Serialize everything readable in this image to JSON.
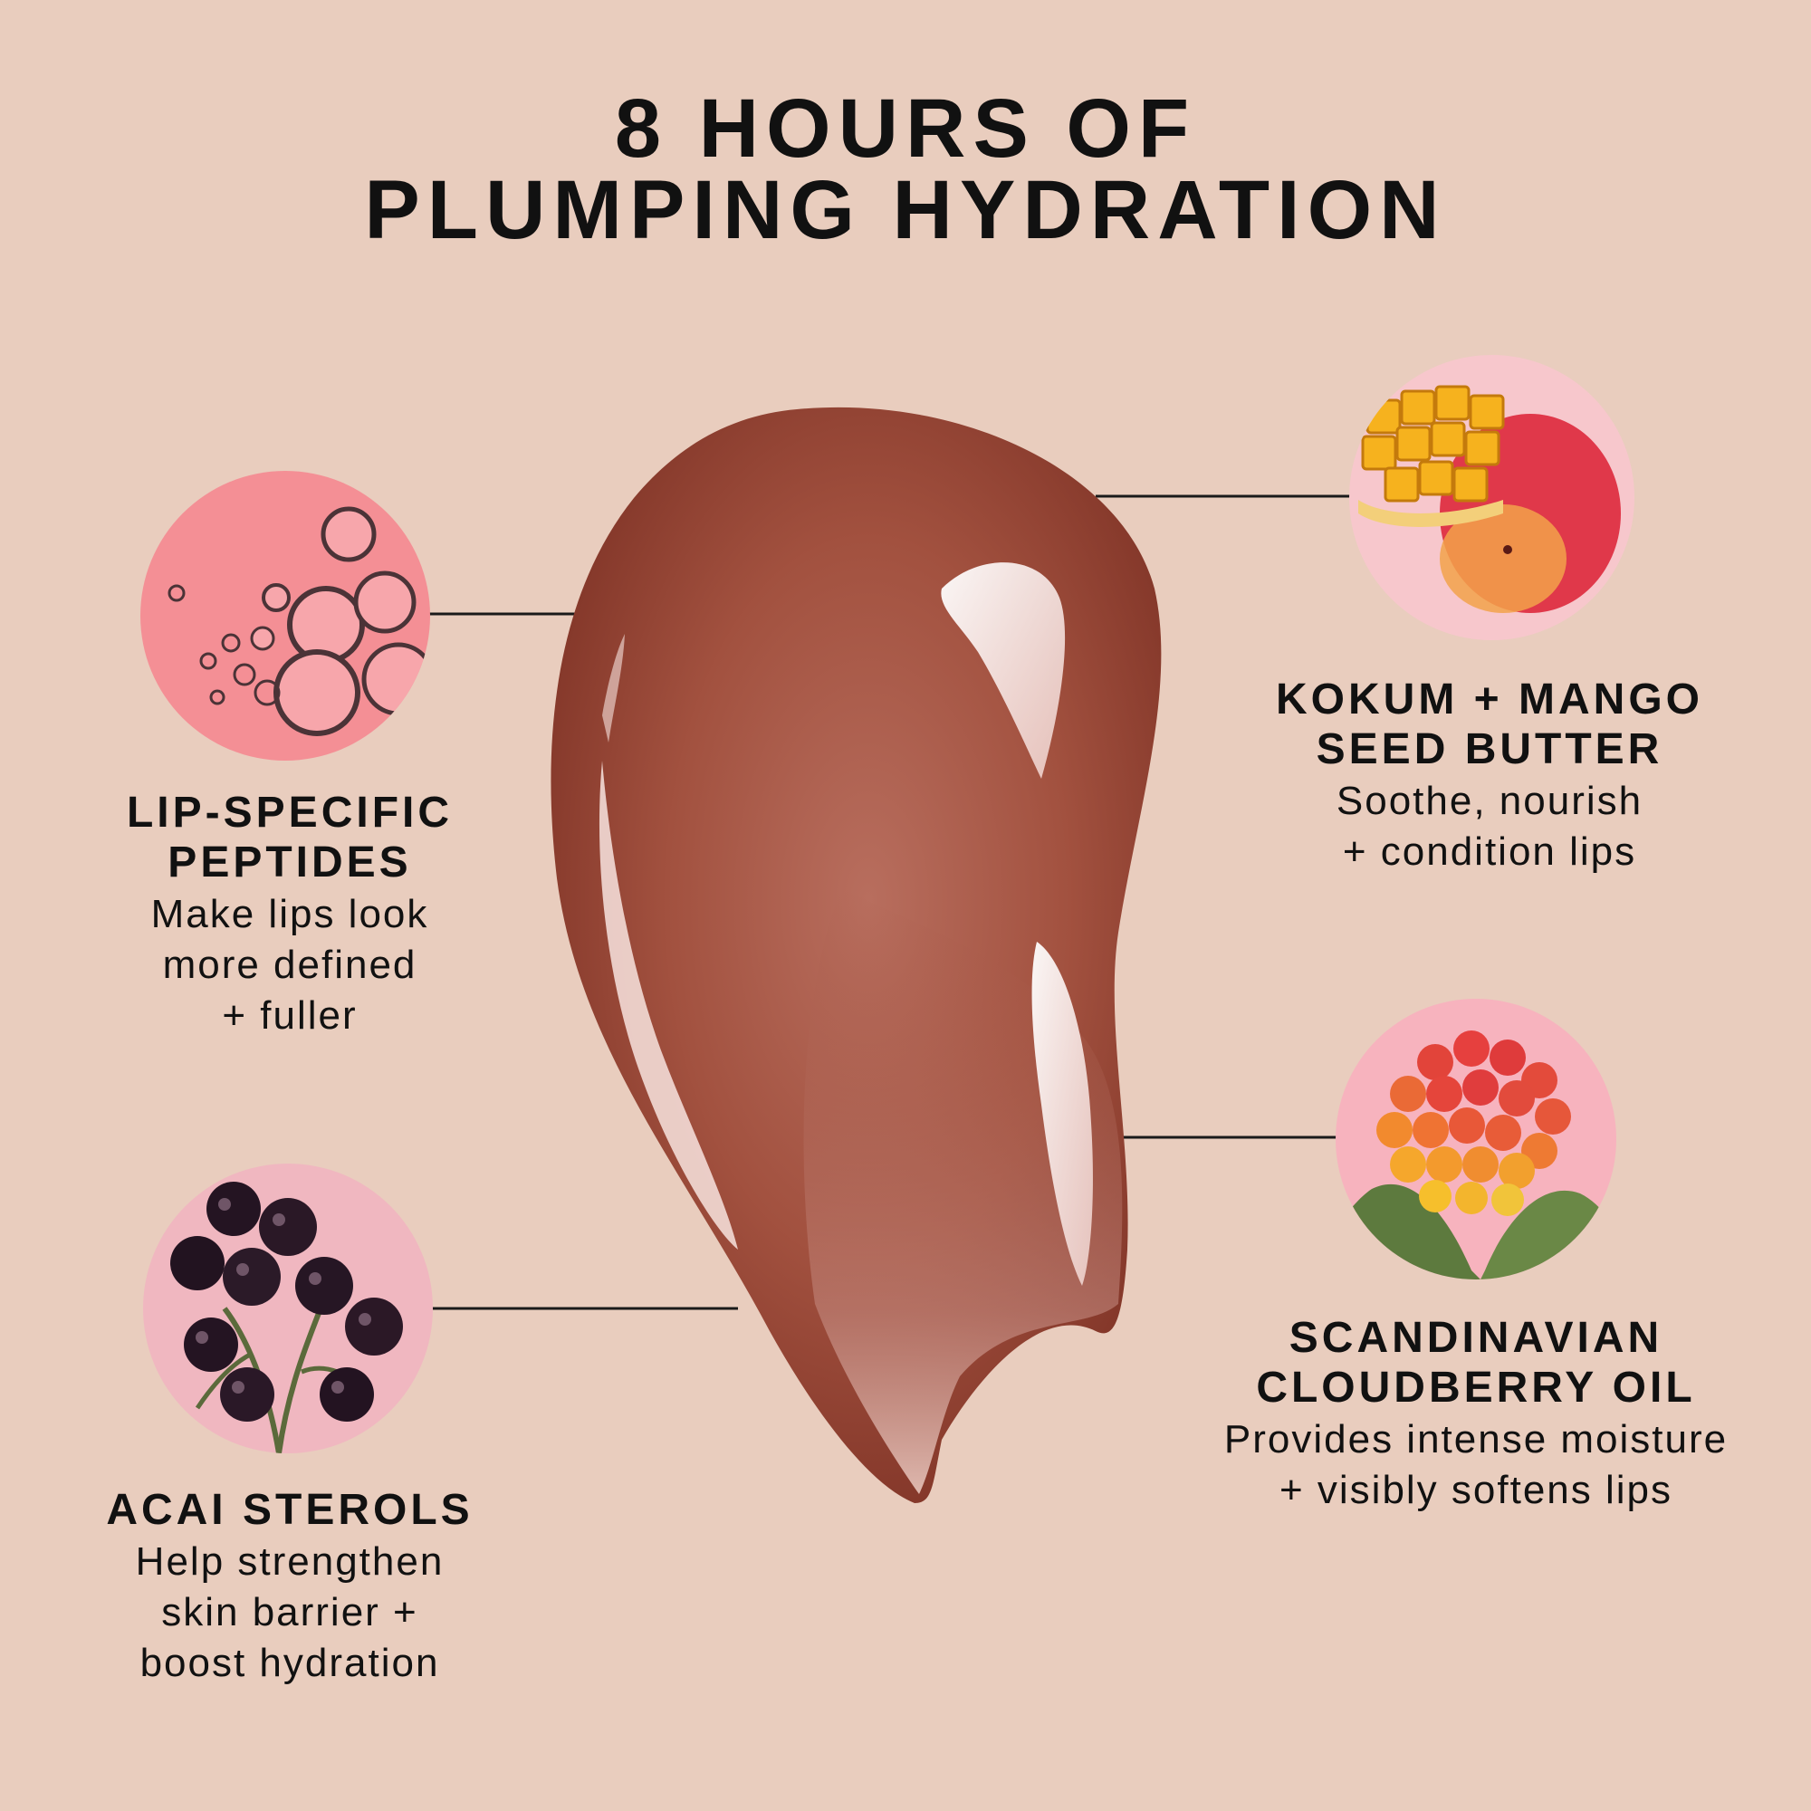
{
  "title": {
    "line1": "8 HOURS OF",
    "line2": "PLUMPING HYDRATION"
  },
  "ingredients": [
    {
      "heading_lines": [
        "LIP-SPECIFIC",
        "PEPTIDES"
      ],
      "desc_lines": [
        "Make lips look",
        "more defined",
        "+ fuller"
      ],
      "icon": "oil-bubbles-icon"
    },
    {
      "heading_lines": [
        "ACAI STEROLS"
      ],
      "desc_lines": [
        "Help strengthen",
        "skin barrier +",
        "boost hydration"
      ],
      "icon": "acai-berries-icon"
    },
    {
      "heading_lines": [
        "KOKUM + MANGO",
        "SEED BUTTER"
      ],
      "desc_lines": [
        "Soothe, nourish",
        "+ condition lips"
      ],
      "icon": "mango-icon"
    },
    {
      "heading_lines": [
        "SCANDINAVIAN",
        "CLOUDBERRY OIL"
      ],
      "desc_lines": [
        "Provides intense moisture",
        "+ visibly softens lips"
      ],
      "icon": "cloudberry-icon"
    }
  ],
  "colors": {
    "background": "#e9cdbe",
    "swatch": "#9e4e3c",
    "circle_pink": "#f5b9c0",
    "text": "#111111"
  }
}
